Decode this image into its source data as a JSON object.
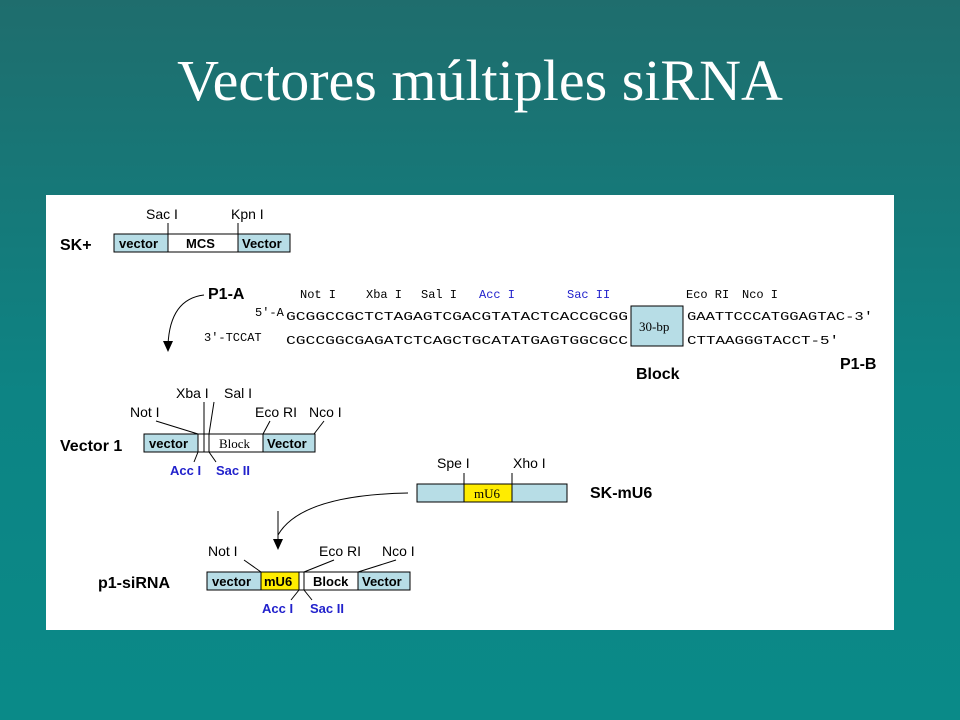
{
  "slide": {
    "title": "Vectores múltiples siRNA"
  },
  "colors": {
    "background": "#0d8484",
    "vector_box": "#b7dde6",
    "mu6_box": "#ffec00",
    "site_blue": "#2222cc"
  },
  "diagram": {
    "sk_plus": {
      "label": "SK+",
      "sites": [
        "Sac I",
        "Kpn I"
      ],
      "segments": [
        "vector",
        "MCS",
        "Vector"
      ]
    },
    "oligo": {
      "p1a_label": "P1-A",
      "p1b_label": "P1-B",
      "sites": [
        "Not I",
        "Xba I",
        "Sal I",
        "Acc I",
        "Sac II",
        "Eco RI",
        "Nco I"
      ],
      "top_prefix": "5′-A",
      "bottom_prefix": "3′-TCCAT",
      "top_seq_left": "GCGGCCGCTCTAGAGTCGACGTATACTCACCGCGG",
      "bottom_seq_left": "CGCCGGCGAGATCTCAGCTGCATATGAGTGGCGCC",
      "block_box": "30-bp",
      "top_seq_right": "GAATTCCCATGGAGTAC-3′",
      "bottom_seq_right": "CTTAAGGGTACCT-5′",
      "block_label": "Block"
    },
    "vector1": {
      "label": "Vector 1",
      "top_sites": [
        "Xba I",
        "Sal I",
        "Not I",
        "Eco RI",
        "Nco I"
      ],
      "segments": [
        "vector",
        "Block",
        "Vector"
      ],
      "bottom_sites": [
        "Acc I",
        "Sac II"
      ]
    },
    "sk_mu6": {
      "label": "SK-mU6",
      "sites": [
        "Spe I",
        "Xho I"
      ],
      "segment": "mU6"
    },
    "p1_sirna": {
      "label": "p1-siRNA",
      "top_sites": [
        "Not I",
        "Eco RI",
        "Nco I"
      ],
      "segments": [
        "vector",
        "mU6",
        "Block",
        "Vector"
      ],
      "bottom_sites": [
        "Acc I",
        "Sac II"
      ]
    }
  }
}
